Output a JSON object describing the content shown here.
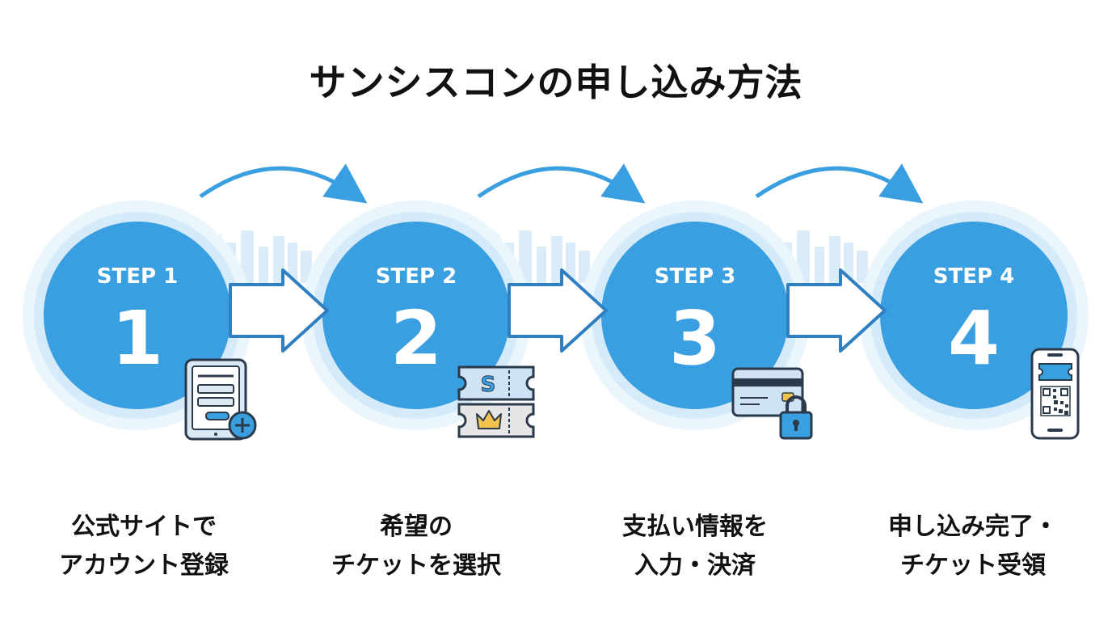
{
  "title": "サンシスコンの申し込み方法",
  "colors": {
    "primary": "#3a9fe0",
    "halo": "#d6ebf9",
    "halo_outer": "#eaf5fc",
    "arrow_stroke": "#2f7fc1",
    "building": "#cfe6f6",
    "icon_fill": "#dbe9f5",
    "icon_stroke": "#2a3a4a"
  },
  "steps": [
    {
      "step_label": "STEP 1",
      "number": "1",
      "caption_line1": "公式サイトで",
      "caption_line2": "アカウント登録",
      "icon": "tablet-form-add-icon"
    },
    {
      "step_label": "STEP 2",
      "number": "2",
      "caption_line1": "希望の",
      "caption_line2": "チケットを選択",
      "icon": "ticket-icon"
    },
    {
      "step_label": "STEP 3",
      "number": "3",
      "caption_line1": "支払い情報を",
      "caption_line2": "入力・決済",
      "icon": "credit-card-lock-icon"
    },
    {
      "step_label": "STEP 4",
      "number": "4",
      "caption_line1": "申し込み完了・",
      "caption_line2": "チケット受領",
      "icon": "smartphone-qr-ticket-icon"
    }
  ],
  "ticket_badge": "S"
}
